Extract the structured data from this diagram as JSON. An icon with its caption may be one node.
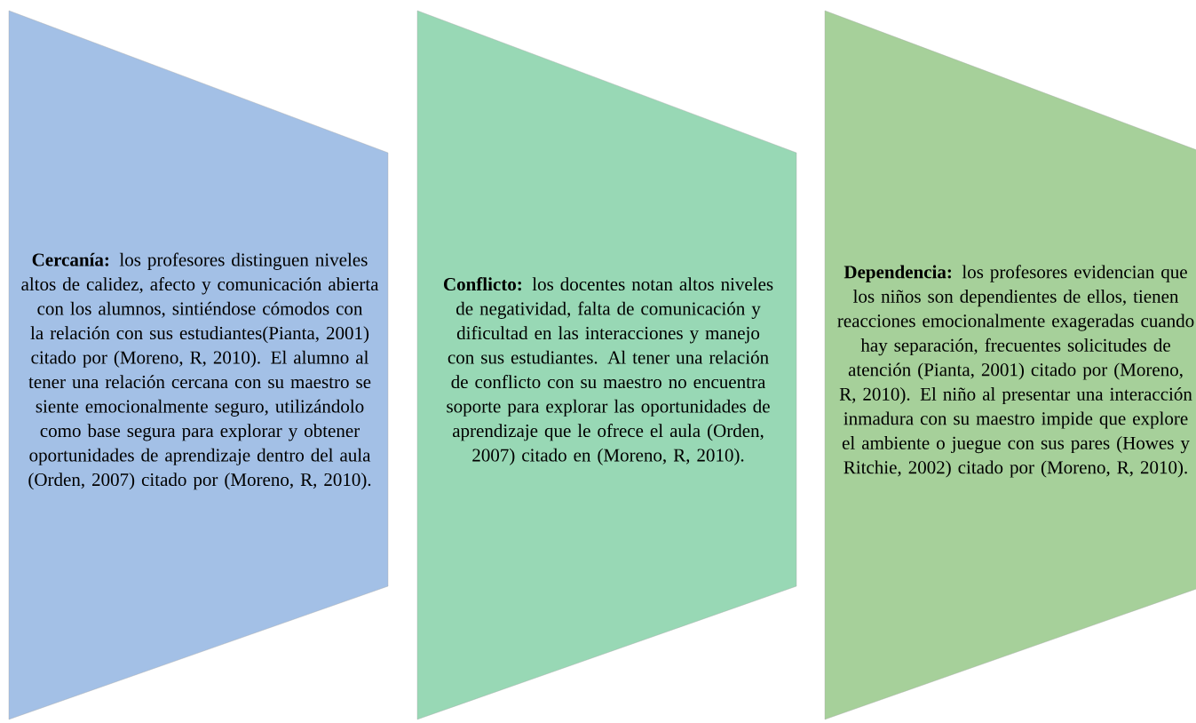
{
  "diagram": {
    "nodes": [
      {
        "text": [
          "**Cercanía:** los profesores distinguen niveles altos de calidez, afecto y comunicación abierta con los alumnos, sintiéndose cómodos con la relación con sus estudiantes(Pianta, 2001) citado por (Moreno, R, 2010). El alumno al tener una relación cercana con su maestro se siente emocionalmente seguro, utilizándolo como base segura para explorar y obtener oportunidades de aprendizaje dentro del aula (Orden, 2007) citado por (Moreno, R, 2010)."
        ]
      },
      {
        "text": [
          "**Conflicto:** los docentes notan altos niveles de negatividad, falta de comunicación y dificultad en las interacciones y manejo con sus estudiantes. Al tener una relación de conflicto con su maestro no encuentra soporte para explorar las oportunidades de aprendizaje que le ofrece el aula (Orden, 2007) citado en (Moreno, R, 2010)."
        ]
      },
      {
        "text": [
          "**Dependencia:** los profesores evidencian que los niños son dependientes de ellos, tienen reacciones emocionalmente exageradas cuando hay separación, frecuentes solicitudes de atención (Pianta, 2001) citado por (Moreno, R, 2010). El niño al presentar una interacción inmadura con su maestro impide que explore el ambiente o juegue con sus pares (Howes y Ritchie, 2002) citado por (Moreno, R, 2010)."
        ]
      }
    ]
  }
}
